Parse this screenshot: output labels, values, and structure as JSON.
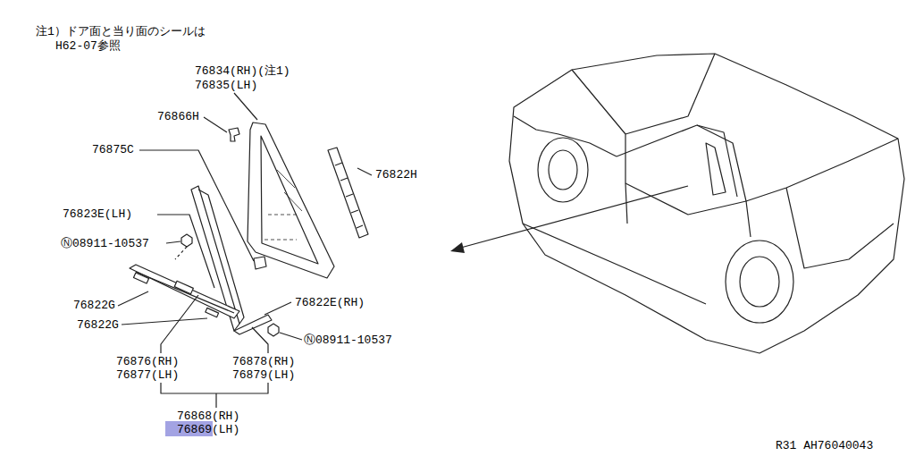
{
  "diagram": {
    "labels": [
      "注1）ドア面と当り面のシールは",
      "H62-07参照",
      "76834(RH)(注1)",
      "76835(LH)",
      "76866H",
      "76875C",
      "76822H",
      "76823E(LH)",
      "Ⓝ08911-10537",
      "76822G",
      "76822G",
      "76822E(RH)",
      "Ⓝ08911-10537",
      "76876(RH)",
      "76877(LH)",
      "76878(RH)",
      "76879(LH)",
      "76868(RH)",
      "76869(LH)",
      "R31 AH76040043"
    ]
  }
}
